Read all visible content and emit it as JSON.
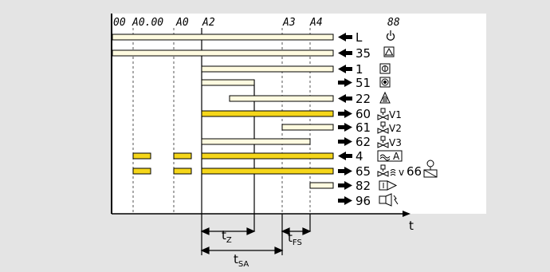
{
  "colors": {
    "background": "#e4e4e4",
    "panel": "#ffffff",
    "bar_yellow": "#f5d61a",
    "bar_light": "#fffbe0",
    "dashed": "#555555"
  },
  "phase_codes": [
    "00",
    "A0.00",
    "A0",
    "A2",
    "A3",
    "A4"
  ],
  "top_right_code": "88",
  "axis_label": "t",
  "rows": [
    {
      "number": "L",
      "direction": "in",
      "symbol": "power-icon"
    },
    {
      "number": "35",
      "direction": "in",
      "symbol": "warning-triangle-icon"
    },
    {
      "number": "1",
      "direction": "in",
      "symbol": "thermostat-icon"
    },
    {
      "number": "51",
      "direction": "out",
      "symbol": "fan-motor-icon"
    },
    {
      "number": "22",
      "direction": "in",
      "symbol": "pressure-switch-icon"
    },
    {
      "number": "60",
      "direction": "out",
      "symbol": "valve-icon",
      "suffix": "V1"
    },
    {
      "number": "61",
      "direction": "out",
      "symbol": "valve-icon",
      "suffix": "V2"
    },
    {
      "number": "62",
      "direction": "out",
      "symbol": "valve-icon",
      "suffix": "V3"
    },
    {
      "number": "4",
      "direction": "in",
      "symbol": "flame-signal-icon",
      "suffix": "A"
    },
    {
      "number": "65",
      "direction": "out",
      "symbol": "ignition-icon",
      "suffix": "v",
      "extra_number": "66"
    },
    {
      "number": "82",
      "direction": "out",
      "symbol": "transformer-icon"
    },
    {
      "number": "96",
      "direction": "out",
      "symbol": "alarm-horn-icon"
    }
  ],
  "time_labels": {
    "tz": {
      "main": "t",
      "sub": "Z"
    },
    "tfs": {
      "main": "t",
      "sub": "FS"
    },
    "tsa": {
      "main": "t",
      "sub": "SA"
    }
  }
}
